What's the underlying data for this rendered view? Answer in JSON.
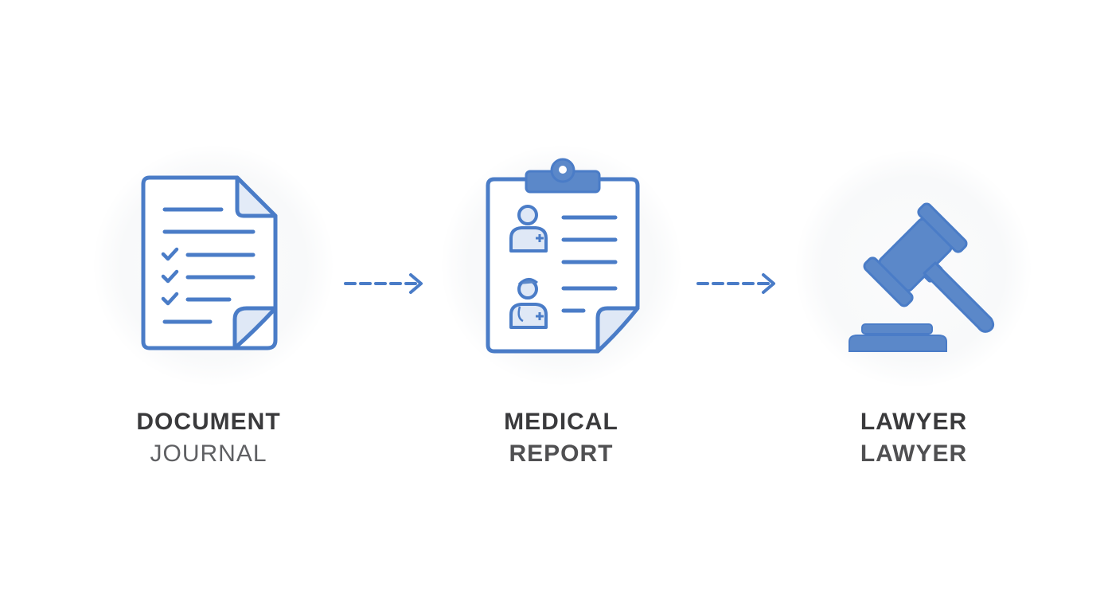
{
  "colors": {
    "accent": "#4a7cc7",
    "accent_fill": "#5b88c9",
    "accent_light": "#e3ebf7",
    "label_text": "#3a3a3c"
  },
  "flow": {
    "steps": [
      {
        "icon": "document-checklist-icon",
        "label_line1": "DOCUMENT",
        "label_line2": "JOURNAL"
      },
      {
        "icon": "medical-clipboard-icon",
        "label_line1": "MEDICAL",
        "label_line2": "REPORT"
      },
      {
        "icon": "gavel-icon",
        "label_line1": "LAWYER",
        "label_line2": "LAWYER"
      }
    ],
    "connectors": [
      {
        "icon": "dashed-arrow-right-icon"
      },
      {
        "icon": "dashed-arrow-right-icon"
      }
    ]
  }
}
